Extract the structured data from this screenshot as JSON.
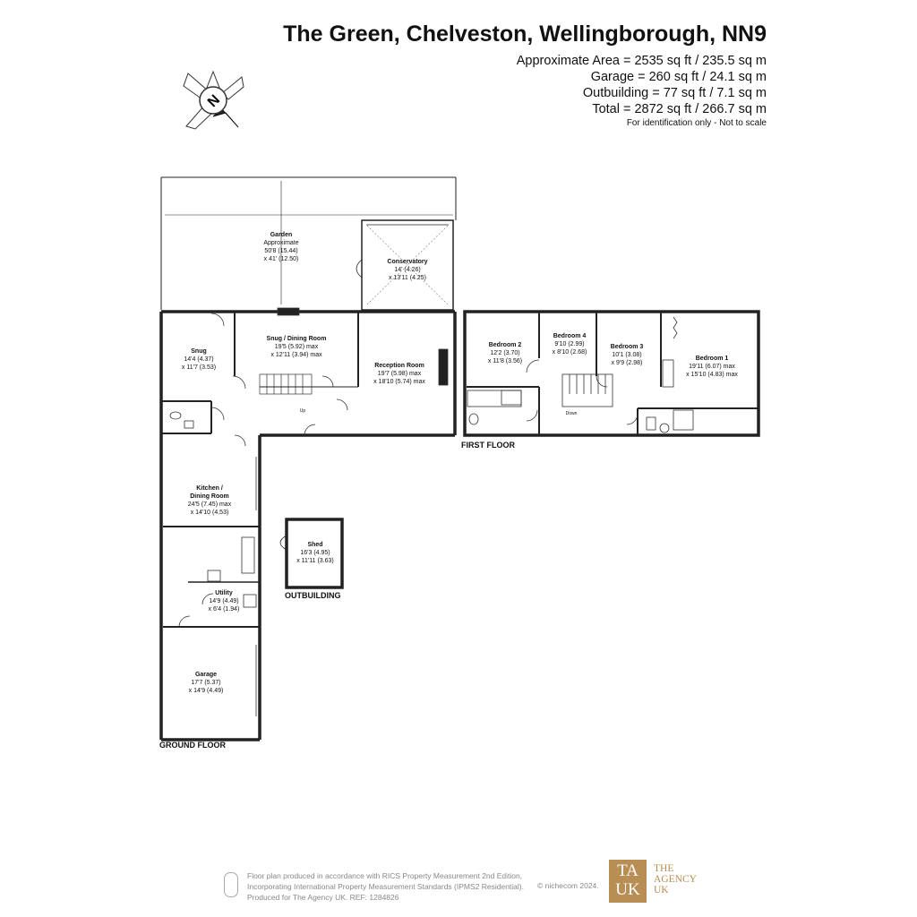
{
  "header": {
    "title": "The Green, Chelveston, Wellingborough, NN9",
    "areas": [
      "Approximate Area = 2535 sq ft / 235.5 sq m",
      "Garage = 260 sq ft / 24.1 sq m",
      "Outbuilding = 77 sq ft / 7.1 sq m",
      "Total = 2872 sq ft / 266.7 sq m"
    ],
    "note": "For identification only - Not to scale"
  },
  "compass": {
    "letter": "N",
    "icon": "compass-icon"
  },
  "rooms": {
    "garden": {
      "name": "Garden",
      "l1": "Approximate",
      "l2": "50'8 (15.44)",
      "l3": "x 41' (12.50)"
    },
    "conservatory": {
      "name": "Conservatory",
      "l1": "14' (4.26)",
      "l2": "x 13'11 (4.25)"
    },
    "snug": {
      "name": "Snug",
      "l1": "14'4 (4.37)",
      "l2": "x 11'7 (3.53)"
    },
    "snug_dining": {
      "name": "Snug / Dining Room",
      "l1": "19'5 (5.92) max",
      "l2": "x 12'11 (3.94) max"
    },
    "reception": {
      "name": "Reception Room",
      "l1": "19'7 (5.98) max",
      "l2": "x 18'10 (5.74) max"
    },
    "kitchen": {
      "name1": "Kitchen /",
      "name2": "Dining Room",
      "l1": "24'5 (7.45) max",
      "l2": "x 14'10 (4.53)"
    },
    "utility": {
      "name": "Utility",
      "l1": "14'9 (4.49)",
      "l2": "x 6'4 (1.94)"
    },
    "garage": {
      "name": "Garage",
      "l1": "17'7 (5.37)",
      "l2": "x 14'9 (4.49)"
    },
    "shed": {
      "name": "Shed",
      "l1": "16'3 (4.95)",
      "l2": "x 11'11 (3.63)"
    },
    "bedroom2": {
      "name": "Bedroom 2",
      "l1": "12'2 (3.70)",
      "l2": "x 11'8 (3.56)"
    },
    "bedroom4": {
      "name": "Bedroom 4",
      "l1": "9'10 (2.99)",
      "l2": "x 8'10 (2.68)"
    },
    "bedroom3": {
      "name": "Bedroom 3",
      "l1": "10'1 (3.08)",
      "l2": "x 9'9 (2.98)"
    },
    "bedroom1": {
      "name": "Bedroom 1",
      "l1": "19'11 (6.07) max",
      "l2": "x 15'10 (4.83) max"
    }
  },
  "stairs": {
    "up": "Up",
    "down": "Down"
  },
  "floors": {
    "ground": "GROUND FLOOR",
    "first": "FIRST FLOOR",
    "outbuilding": "OUTBUILDING"
  },
  "footer": {
    "line1": "Floor plan produced in accordance with RICS Property Measurement 2nd Edition,",
    "line2": "Incorporating International Property Measurement Standards (IPMS2 Residential).",
    "line3": "Produced for The Agency UK.   REF:   1284826",
    "copyright": "© nichecom 2024.",
    "logo_line1": "TA",
    "logo_line2": "UK",
    "brand1": "THE",
    "brand2": "AGENCY",
    "brand3": "UK"
  }
}
